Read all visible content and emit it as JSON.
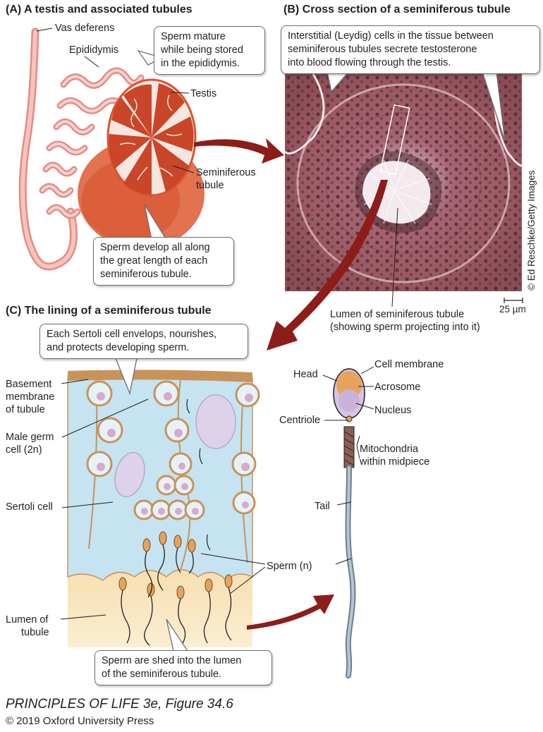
{
  "panels": {
    "a": {
      "title": "(A)  A testis and associated tubules"
    },
    "b": {
      "title": "(B)  Cross section of a seminiferous tubule"
    },
    "c": {
      "title": "(C)  The lining of a seminiferous tubule"
    }
  },
  "labels": {
    "vas_deferens": "Vas deferens",
    "epididymis": "Epididymis",
    "testis": "Testis",
    "seminiferous_line1": "Seminiferous",
    "seminiferous_line2": "tubule",
    "lumen_b_line1": "Lumen of seminiferous tubule",
    "lumen_b_line2": "(showing sperm projecting into it)",
    "scale": "25 µm",
    "basement_line1": "Basement",
    "basement_line2": "membrane",
    "basement_line3": "of tubule",
    "germ_line1": "Male germ",
    "germ_line2": "cell (2n)",
    "sertoli": "Sertoli cell",
    "lumen_c_line1": "Lumen of",
    "lumen_c_line2": "tubule",
    "sperm_n": "Sperm (n)",
    "head": "Head",
    "cell_membrane": "Cell membrane",
    "acrosome": "Acrosome",
    "nucleus": "Nucleus",
    "centriole": "Centriole",
    "mito_line1": "Mitochondria",
    "mito_line2": "within midpiece",
    "tail": "Tail"
  },
  "callouts": {
    "epididymis": [
      "Sperm mature",
      "while being stored",
      "in the epididymis."
    ],
    "develop": [
      "Sperm develop all along",
      "the great length of each",
      "seminiferous tubule."
    ],
    "leydig": [
      "Interstitial (Leydig) cells in the tissue between",
      "seminiferous tubules secrete testosterone",
      "into blood flowing through the testis."
    ],
    "sertoli": [
      "Each Sertoli cell envelops, nourishes,",
      "and protects developing sperm."
    ],
    "shed": [
      "Sperm are shed into the lumen",
      "of the seminiferous tubule."
    ]
  },
  "credit": "© Ed Reschke/Getty Images",
  "footer": {
    "title": "PRINCIPLES OF LIFE 3e, Figure 34.6",
    "copyright": "© 2019 Oxford University Press"
  },
  "colors": {
    "tubule_pink": "#f2b3ad",
    "testis_orange": "#d9542f",
    "arrow_red": "#8c1d18",
    "basement_tan": "#c8935a",
    "lumen_cream": "#f7dfb0",
    "sertoli_blue": "#c5e3f1",
    "micrograph": "#9b5a63"
  }
}
